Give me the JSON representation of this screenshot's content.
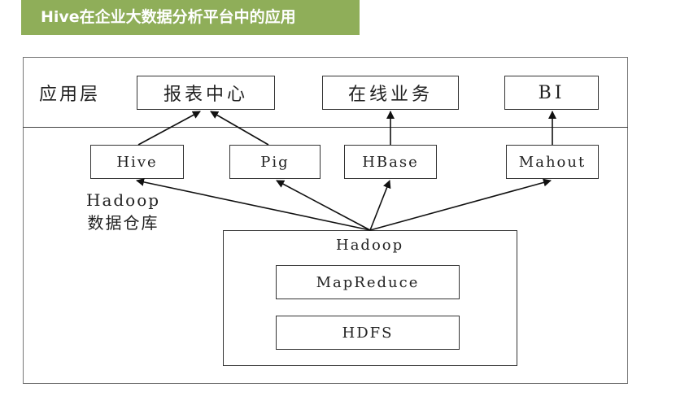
{
  "title": "Hive在企业大数据分析平台中的应用",
  "layer_label": "应用层",
  "app_boxes": {
    "report_center": "报表中心",
    "online_business": "在线业务",
    "bi": "BI"
  },
  "tools": {
    "hive": "Hive",
    "pig": "Pig",
    "hbase": "HBase",
    "mahout": "Mahout"
  },
  "warehouse_label": {
    "line1": "Hadoop",
    "line2": "数据仓库"
  },
  "hadoop": {
    "title": "Hadoop",
    "mapreduce": "MapReduce",
    "hdfs": "HDFS"
  },
  "colors": {
    "banner": "#8fae59",
    "banner_text": "#ffffff"
  }
}
